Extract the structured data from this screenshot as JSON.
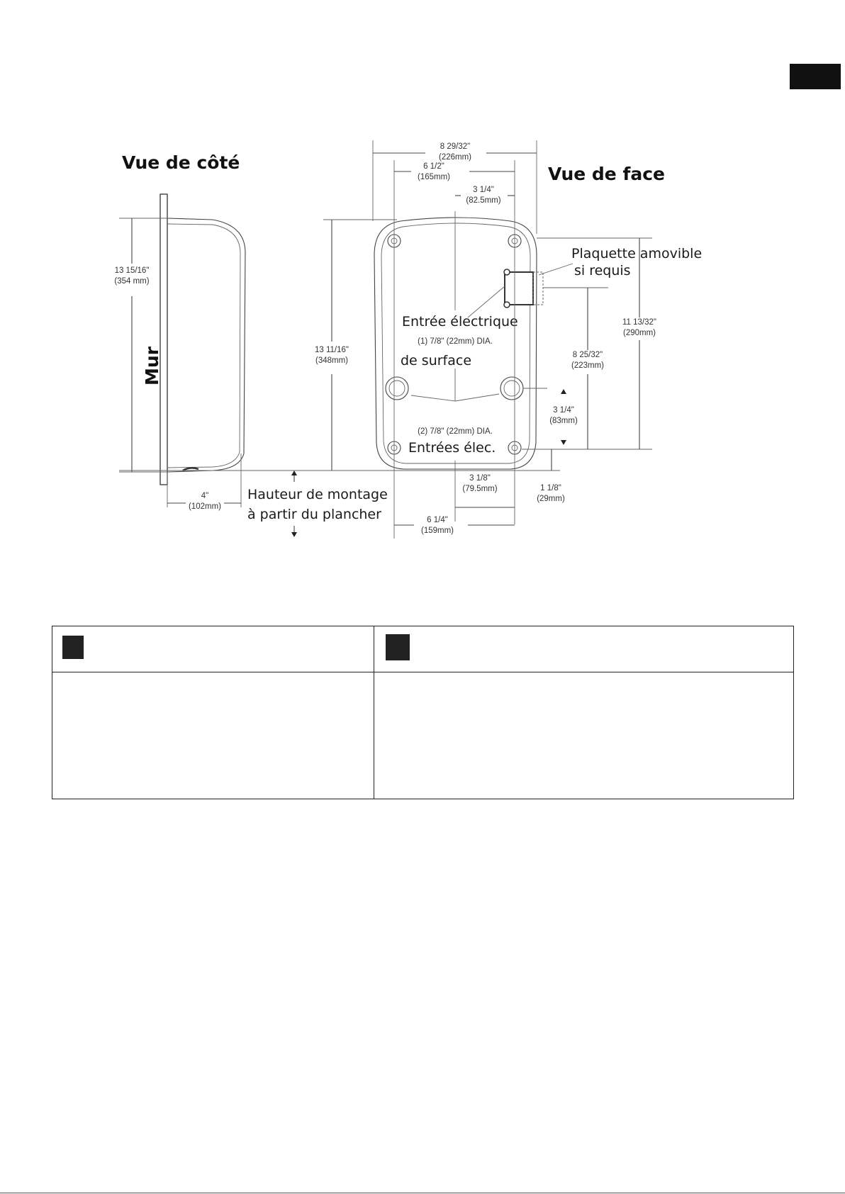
{
  "side_view": {
    "title": "Vue de côté",
    "wall_label": "Mur",
    "height_dim": [
      "13 15/16\"",
      "(354 mm)"
    ],
    "depth_dim": [
      "4\"",
      "(102mm)"
    ],
    "mounting_label": [
      "Hauteur de montage",
      "à partir du plancher"
    ]
  },
  "front_view": {
    "title": "Vue de face",
    "dims": {
      "overall_width": [
        "8 29/32\"",
        "(226mm)"
      ],
      "top_holes": [
        "6 1/2\"",
        "(165mm)"
      ],
      "top_center": [
        "3 1/4\"",
        "(82.5mm)"
      ],
      "overall_height": [
        "13 11/16\"",
        "(348mm)"
      ],
      "right_height": [
        "11 13/32\"",
        "(290mm)"
      ],
      "entry_height": [
        "8 25/32\"",
        "(223mm)"
      ],
      "lower_entry": [
        "3 1/4\"",
        "(83mm)"
      ],
      "bottom_offset": [
        "1 1/8\"",
        "(29mm)"
      ],
      "bottom_center": [
        "3 1/8\"",
        "(79.5mm)"
      ],
      "bottom_holes": [
        "6 1/4\"",
        "(159mm)"
      ]
    },
    "labels": {
      "plate": [
        "Plaquette amovible",
        "si requis"
      ],
      "surface_entry_1": "Entrée électrique",
      "surface_entry_dia": "(1) 7/8\" (22mm) DIA.",
      "surface_entry_2": "de surface",
      "elec_entries_dia": "(2) 7/8\" (22mm) DIA.",
      "elec_entries": "Entrées élec."
    }
  }
}
